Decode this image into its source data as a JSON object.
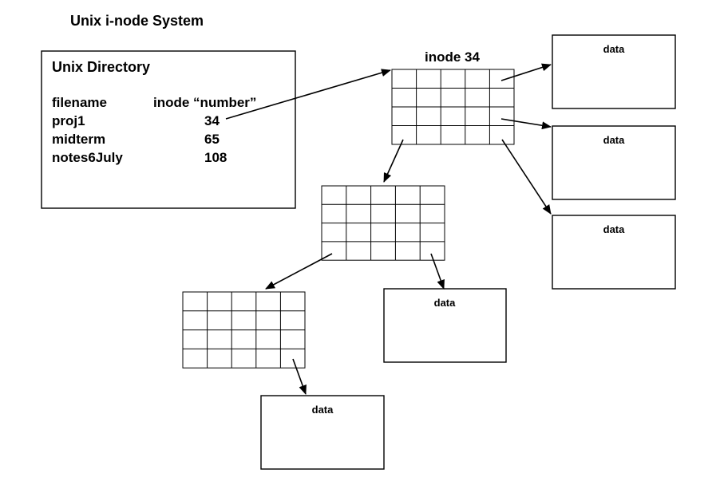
{
  "title": "Unix i-node System",
  "directory": {
    "heading": "Unix Directory",
    "columns": [
      "filename",
      "inode “number”"
    ],
    "rows": [
      {
        "filename": "proj1",
        "inode": "34"
      },
      {
        "filename": "midterm",
        "inode": "65"
      },
      {
        "filename": "notes6July",
        "inode": "108"
      }
    ]
  },
  "inode_label": "inode 34",
  "data_label": "data",
  "data_blocks": [
    "data",
    "data",
    "data",
    "data",
    "data"
  ],
  "colors": {
    "line": "#000000",
    "background": "#ffffff"
  }
}
